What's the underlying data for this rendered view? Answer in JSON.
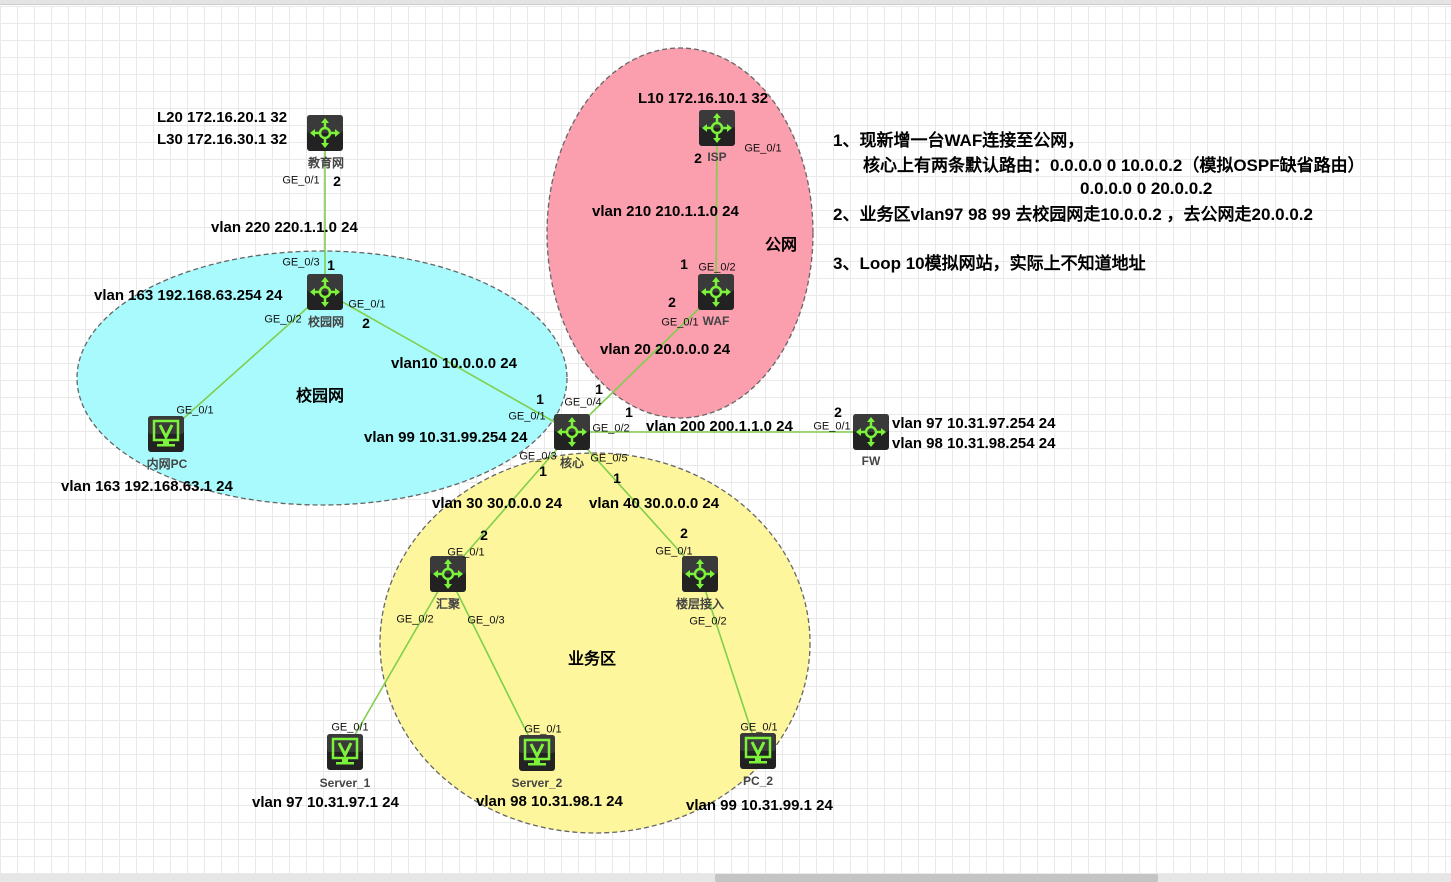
{
  "zones": {
    "campus": "校园网",
    "public": "公网",
    "business": "业务区"
  },
  "devices": {
    "edu": "教育网",
    "campus": "校园网",
    "intranet_pc": "内网PC",
    "core": "核心",
    "isp": "ISP",
    "waf": "WAF",
    "fw": "FW",
    "agg": "汇聚",
    "floor": "楼层接入",
    "server1": "Server_1",
    "server2": "Server_2",
    "pc2": "PC_2"
  },
  "addresses": {
    "edu_l20": "L20 172.16.20.1 32",
    "edu_l30": "L30 172.16.30.1 32",
    "vlan220": "vlan 220 220.1.1.0 24",
    "vlan163_gw": "vlan 163 192.168.63.254 24",
    "vlan10": "vlan10 10.0.0.0 24",
    "vlan99_gw": "vlan 99 10.31.99.254 24",
    "vlan163_pc": "vlan 163 192.168.63.1 24",
    "isp_l10": "L10 172.16.10.1 32",
    "vlan210": "vlan 210 210.1.1.0 24",
    "vlan20": "vlan 20 20.0.0.0 24",
    "vlan200": "vlan 200 200.1.1.0 24",
    "vlan97_gw": "vlan 97 10.31.97.254 24",
    "vlan98_gw": "vlan 98 10.31.98.254 24",
    "vlan30": "vlan 30 30.0.0.0 24",
    "vlan40": "vlan 40 30.0.0.0 24",
    "vlan97_srv": "vlan 97 10.31.97.1 24",
    "vlan98_srv": "vlan 98 10.31.98.1 24",
    "vlan99_pc": "vlan 99 10.31.99.1 24"
  },
  "ports": {
    "ge01": "GE_0/1",
    "ge02": "GE_0/2",
    "ge03": "GE_0/3",
    "ge04": "GE_0/4",
    "ge05": "GE_0/5"
  },
  "numbers": {
    "one": "1",
    "two": "2"
  },
  "notes": [
    "1、现新增一台WAF连接至公网，",
    "核心上有两条默认路由：0.0.0.0 0 10.0.0.2（模拟OSPF缺省路由）",
    "0.0.0.0 0 20.0.0.2",
    "2、业务区vlan97 98 99 去校园网走10.0.0.2 ，去公网走20.0.0.2",
    "3、Loop 10模拟网站，实际上不知道地址"
  ],
  "colors": {
    "campus": "#a8fafd",
    "public": "#fb9eae",
    "business": "#fdf69c",
    "link": "#7fcf4c",
    "icon": "#7cf23a"
  }
}
